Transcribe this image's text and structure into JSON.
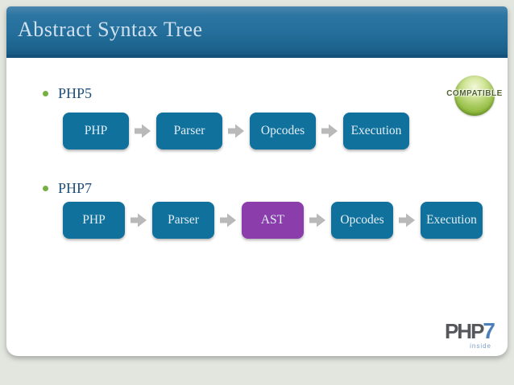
{
  "slide": {
    "title": "Abstract Syntax Tree",
    "sections": [
      {
        "label": "PHP5",
        "steps": [
          "PHP",
          "Parser",
          "Opcodes",
          "Execution"
        ]
      },
      {
        "label": "PHP7",
        "steps": [
          "PHP",
          "Parser",
          "AST",
          "Opcodes",
          "Execution"
        ],
        "highlighted_step": "AST"
      }
    ],
    "badge": {
      "label": "COMPATIBLE"
    },
    "logo": {
      "name": "PHP",
      "version": "7",
      "tagline": "inside"
    },
    "colors": {
      "background": "#e3e5df",
      "header_blue": "#27709d",
      "title_text": "#cfe0ee",
      "box_teal": "#10719c",
      "box_purple": "#8a3dab",
      "box_text": "#e3eef6",
      "arrow_gray": "#b9b9b9",
      "bullet_green": "#76b043",
      "bullet_text_blue": "#1f4e79",
      "badge_green": "#8fba3c",
      "badge_text": "#4e612d",
      "logo_gray": "#55575b",
      "logo_blue": "#4d7fba"
    }
  }
}
